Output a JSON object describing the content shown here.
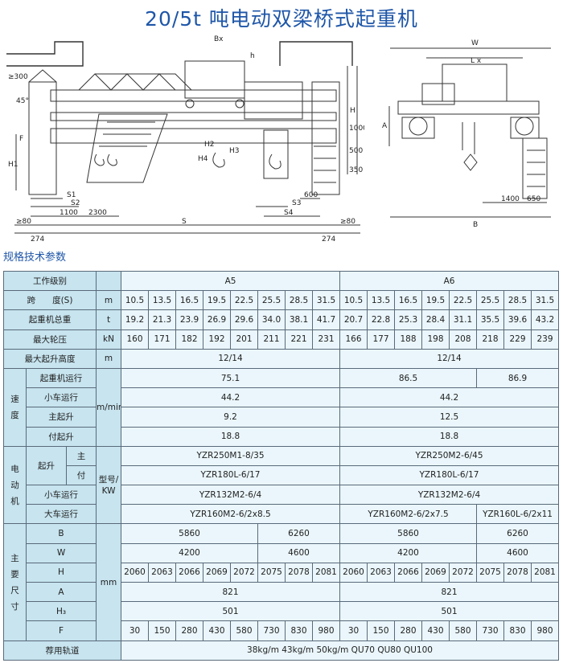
{
  "title": "20/5t 吨电动双梁桥式起重机",
  "drawing_labels": {
    "Bx": "Bx",
    "h": "h",
    "d300": "≥300",
    "deg45": "45°",
    "F": "F",
    "H1": "H1",
    "H2": "H2",
    "H3": "H3",
    "H4": "H4",
    "H": "H",
    "S1": "S1",
    "S2": "S2",
    "d1100": "1100",
    "d2300": "2300",
    "S": "S",
    "S3": "S3",
    "S4": "S4",
    "d600": "600",
    "d80l": "≥80",
    "d80r": "≥80",
    "d274l": "274",
    "d274r": "274",
    "d350": "350",
    "d500": "500",
    "d1000": "1000",
    "W": "W",
    "Lx": "L x",
    "A": "A",
    "d1400": "1400",
    "d650": "650",
    "B": "B"
  },
  "spec_heading": "规格技术参数",
  "table": {
    "work_class": {
      "label": "工作级别",
      "a5": "A5",
      "a6": "A6"
    },
    "span": {
      "label": "跨　　度(S)",
      "unit": "m",
      "values": [
        "10.5",
        "13.5",
        "16.5",
        "19.5",
        "22.5",
        "25.5",
        "28.5",
        "31.5",
        "10.5",
        "13.5",
        "16.5",
        "19.5",
        "22.5",
        "25.5",
        "28.5",
        "31.5"
      ]
    },
    "weight": {
      "label": "起重机总重",
      "unit": "t",
      "values": [
        "19.2",
        "21.3",
        "23.9",
        "26.9",
        "29.6",
        "34.0",
        "38.1",
        "41.7",
        "20.7",
        "22.8",
        "25.3",
        "28.4",
        "31.1",
        "35.5",
        "39.6",
        "43.2"
      ]
    },
    "wheel_pressure": {
      "label": "最大轮压",
      "unit": "kN",
      "values": [
        "160",
        "171",
        "182",
        "192",
        "201",
        "211",
        "221",
        "231",
        "166",
        "177",
        "188",
        "198",
        "208",
        "218",
        "229",
        "239"
      ]
    },
    "lift_height": {
      "label": "最大起升高度",
      "unit": "m",
      "a5": "12/14",
      "a6": "12/14"
    },
    "speed": {
      "group": "速度",
      "unit": "m/min",
      "crane": {
        "label": "起重机运行",
        "a5": "75.1",
        "a6_1": "86.5",
        "a6_2": "86.9"
      },
      "trolley": {
        "label": "小车运行",
        "a5": "44.2",
        "a6": "44.2"
      },
      "main_hoist": {
        "label": "主起升",
        "a5": "9.2",
        "a6": "12.5"
      },
      "aux_hoist": {
        "label": "付起升",
        "a5": "18.8",
        "a6": "18.8"
      }
    },
    "motor": {
      "group": "电动机",
      "unit": "型号/KW",
      "hoist": "起升",
      "main": {
        "label": "主",
        "a5": "YZR250M1-8/35",
        "a6": "YZR250M2-6/45"
      },
      "aux": {
        "label": "付",
        "a5": "YZR180L-6/17",
        "a6": "YZR180L-6/17"
      },
      "trolley": {
        "label": "小车运行",
        "a5": "YZR132M2-6/4",
        "a6": "YZR132M2-6/4"
      },
      "crane": {
        "label": "大车运行",
        "a5": "YZR160M2-6/2x8.5",
        "a6_1": "YZR160M2-6/2x7.5",
        "a6_2": "YZR160L-6/2x11"
      }
    },
    "dims": {
      "group": "主要尺寸",
      "unit": "mm",
      "B": {
        "label": "B",
        "a5_1": "5860",
        "a5_2": "6260",
        "a6_1": "5860",
        "a6_2": "6260"
      },
      "W": {
        "label": "W",
        "a5_1": "4200",
        "a5_2": "4600",
        "a6_1": "4200",
        "a6_2": "4600"
      },
      "H": {
        "label": "H",
        "values": [
          "2060",
          "2063",
          "2066",
          "2069",
          "2072",
          "2075",
          "2078",
          "2081",
          "2060",
          "2063",
          "2066",
          "2069",
          "2072",
          "2075",
          "2078",
          "2081"
        ]
      },
      "A": {
        "label": "A",
        "a5": "821",
        "a6": "821"
      },
      "H3": {
        "label": "H₃",
        "a5": "501",
        "a6": "501"
      },
      "F": {
        "label": "F",
        "values": [
          "30",
          "150",
          "280",
          "430",
          "580",
          "730",
          "830",
          "980",
          "30",
          "150",
          "280",
          "430",
          "580",
          "730",
          "830",
          "980"
        ]
      }
    },
    "rail": {
      "label": "荐用轨道",
      "value": "38kg/m  43kg/m  50kg/m    QU70    QU80      QU100"
    }
  }
}
